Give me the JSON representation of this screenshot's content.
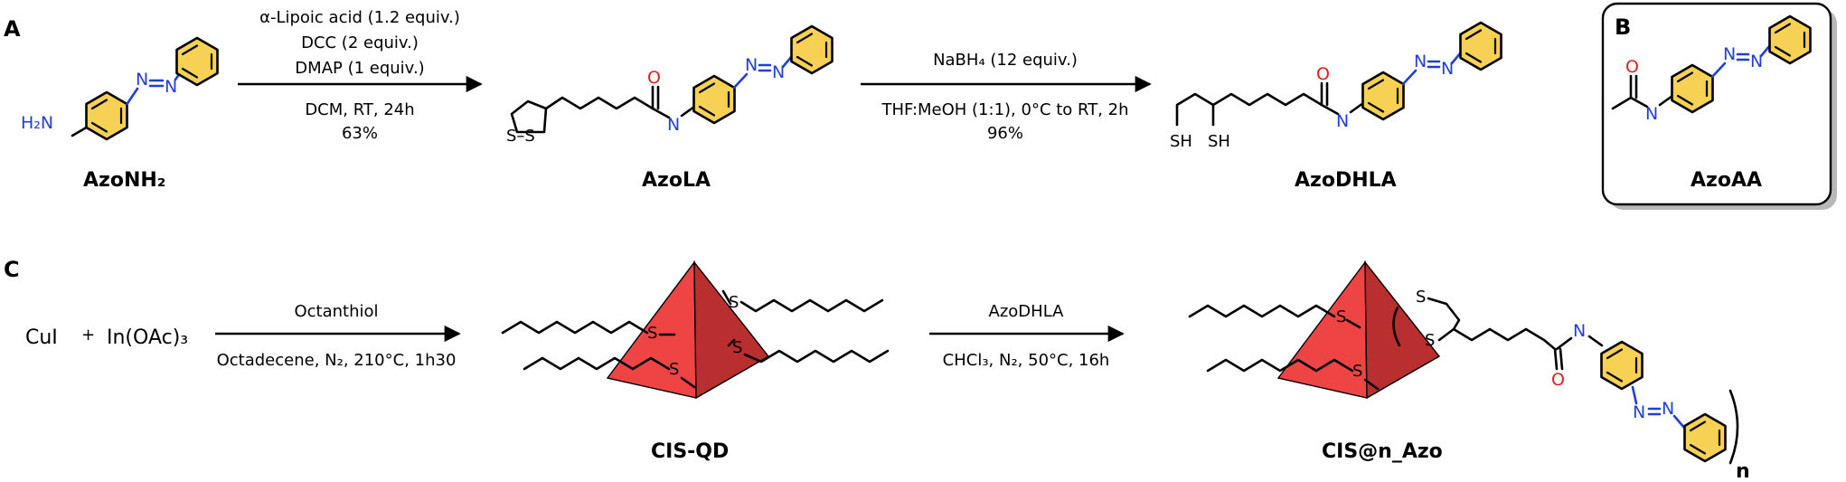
{
  "panels": {
    "a": "A",
    "b": "B",
    "c": "C"
  },
  "compounds": {
    "azonh2": "AzoNH₂",
    "azola": "AzoLA",
    "azodhla": "AzoDHLA",
    "azoaa": "AzoAA",
    "cisqd": "CIS-QD",
    "cisazo": "CIS@n_Azo"
  },
  "reaction1": {
    "line1": "α-Lipoic acid (1.2 equiv.)",
    "line2": "DCC (2 equiv.)",
    "line3": "DMAP (1 equiv.)",
    "line4": "DCM, RT, 24h",
    "yield": "63%"
  },
  "reaction2": {
    "line1": "NaBH₄ (12 equiv.)",
    "line2": "THF:MeOH (1:1), 0°C to RT, 2h",
    "yield": "96%"
  },
  "reaction3": {
    "reagent1": "CuI",
    "plus": "+",
    "reagent2": "In(OAc)₃",
    "line1": "Octanthiol",
    "line2": "Octadecene, N₂, 210°C, 1h30"
  },
  "reaction4": {
    "line1": "AzoDHLA",
    "line2": "CHCl₃, N₂, 50°C, 16h"
  },
  "atoms": {
    "h2n": "H₂N",
    "n": "N",
    "h": "H",
    "o": "O",
    "s": "S",
    "sh": "SH",
    "ss": "S–S",
    "n_repeat": "n"
  },
  "colors": {
    "ring_fill": "#f7d154",
    "nitrogen": "#1f3fd8",
    "oxygen": "#e02020",
    "qd_light": "#ee4444",
    "qd_dark": "#b92f2f",
    "shadow": "#b8b8b8"
  }
}
